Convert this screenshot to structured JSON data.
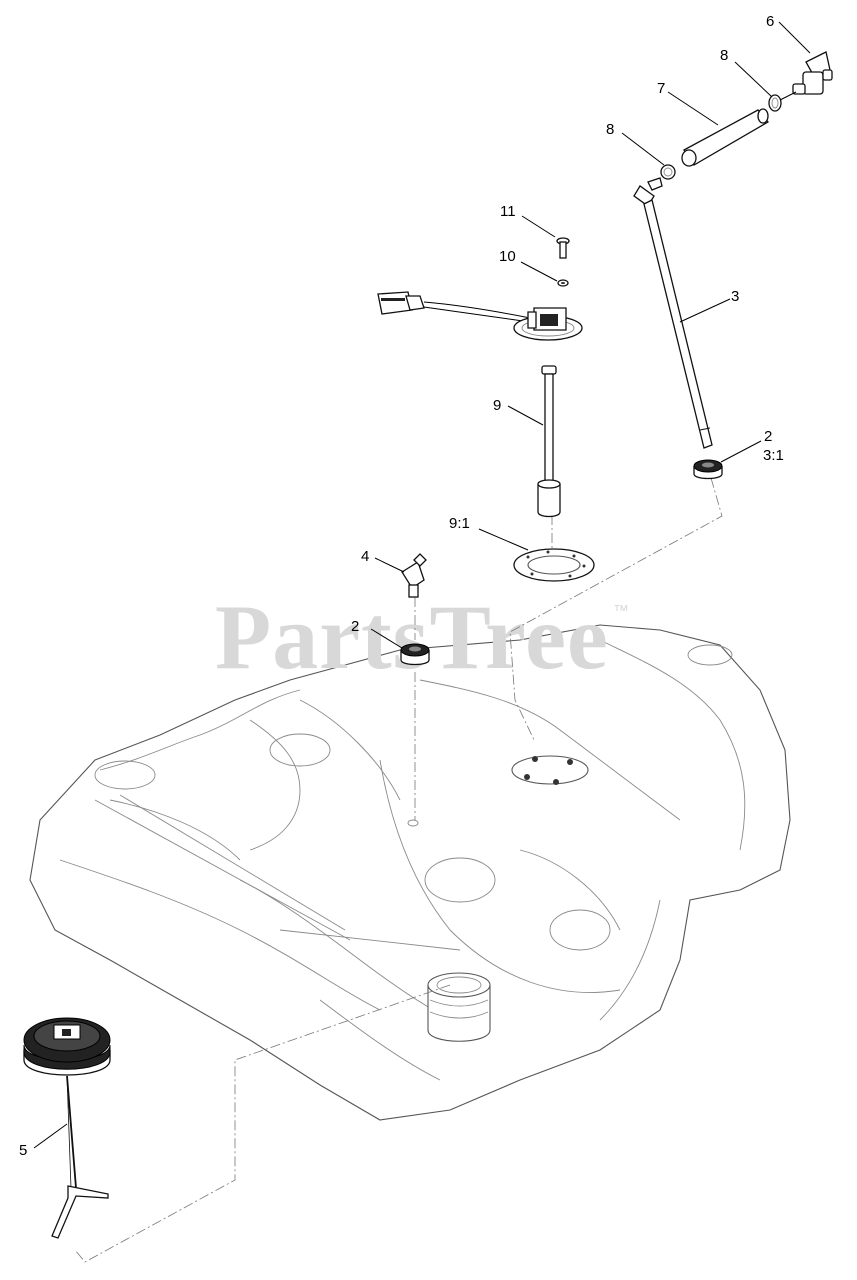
{
  "watermark": {
    "text": "PartsTree",
    "trademark": "™"
  },
  "callouts": [
    {
      "id": "c6",
      "text": "6"
    },
    {
      "id": "c8a",
      "text": "8"
    },
    {
      "id": "c7",
      "text": "7"
    },
    {
      "id": "c8b",
      "text": "8"
    },
    {
      "id": "c11",
      "text": "11"
    },
    {
      "id": "c10",
      "text": "10"
    },
    {
      "id": "c3",
      "text": "3"
    },
    {
      "id": "c9",
      "text": "9"
    },
    {
      "id": "c2a",
      "text": "2"
    },
    {
      "id": "c31",
      "text": "3:1"
    },
    {
      "id": "c91",
      "text": "9:1"
    },
    {
      "id": "c4",
      "text": "4"
    },
    {
      "id": "c2b",
      "text": "2"
    },
    {
      "id": "c5",
      "text": "5"
    }
  ]
}
